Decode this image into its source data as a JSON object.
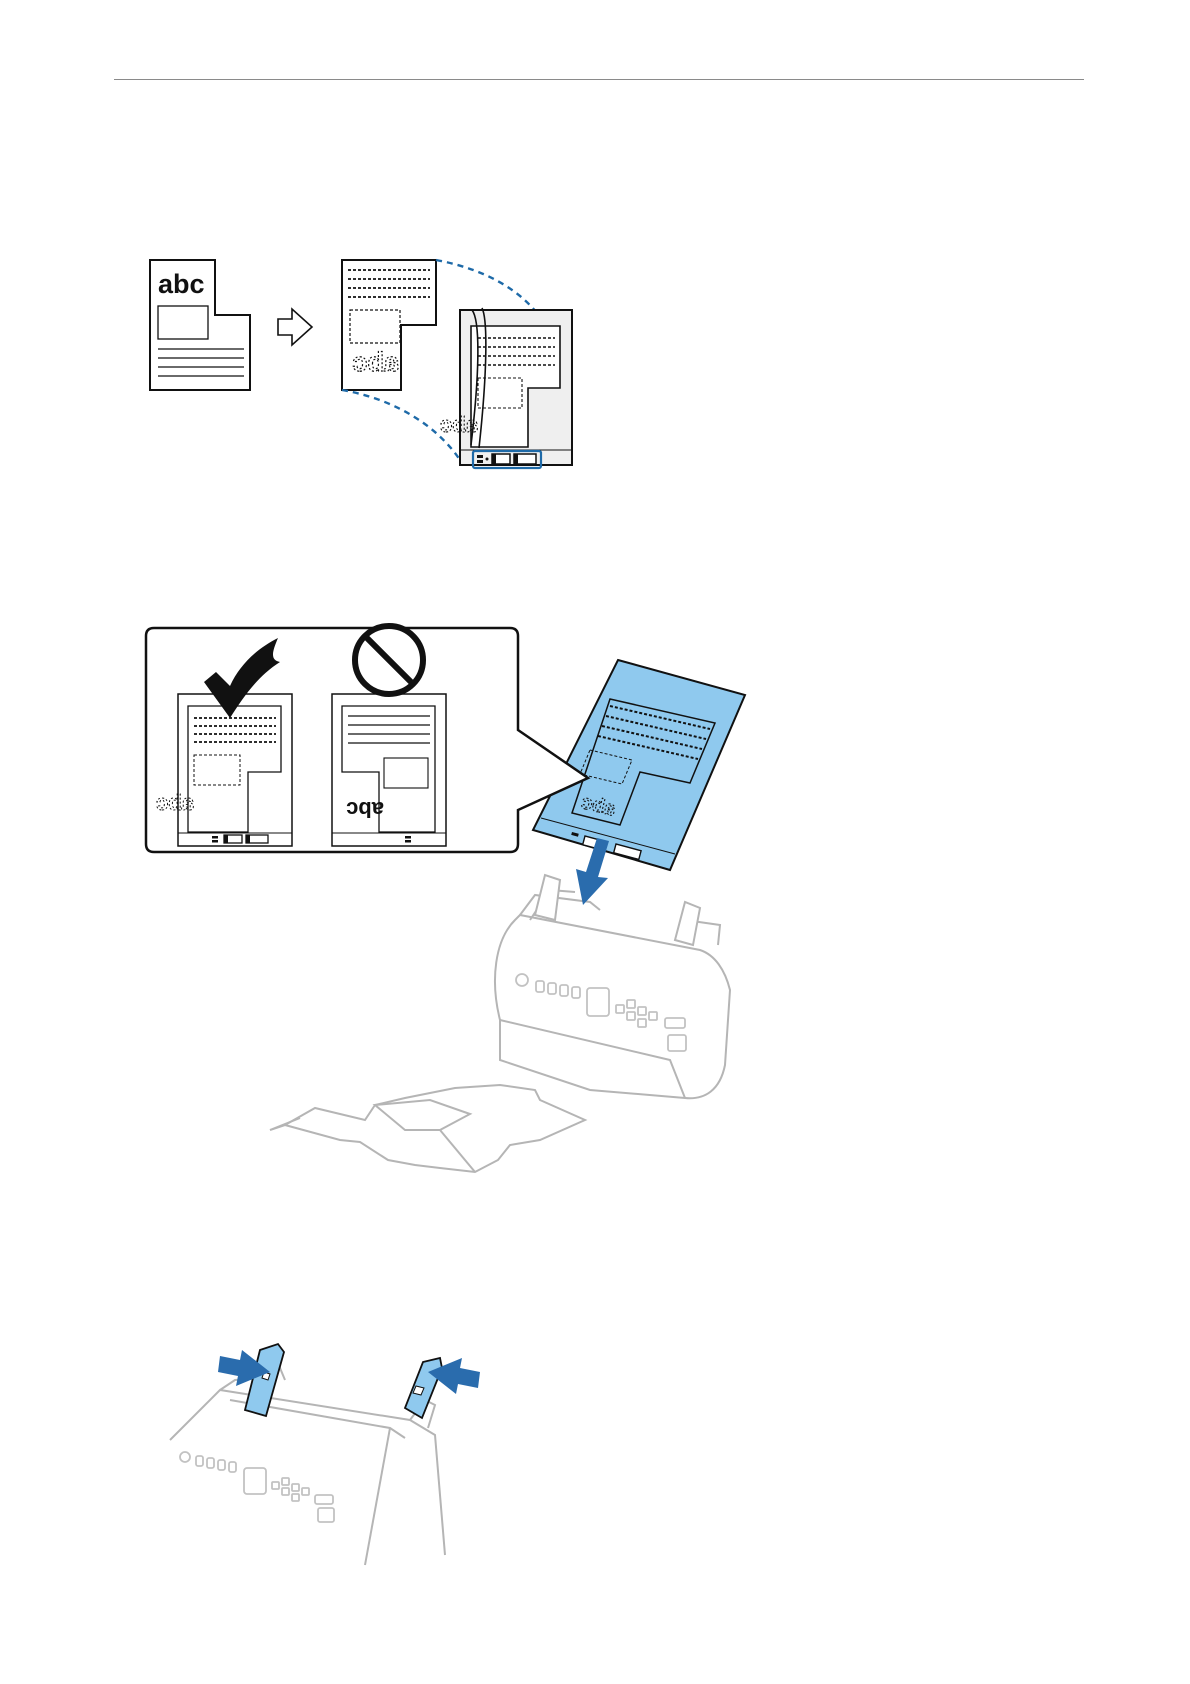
{
  "figure1": {
    "original_label": "abc",
    "accent_color": "#1e6aa8"
  },
  "figure2": {
    "correct_icon": "check-mark-icon",
    "wrong_icon": "prohibited-icon",
    "correct_label": "abc",
    "wrong_label": "abc",
    "sheet_color": "#8fc9ee",
    "arrow_color": "#2a6cad"
  },
  "figure3": {
    "arrow_color": "#2a6cad",
    "guide_color": "#8fc9ee"
  }
}
